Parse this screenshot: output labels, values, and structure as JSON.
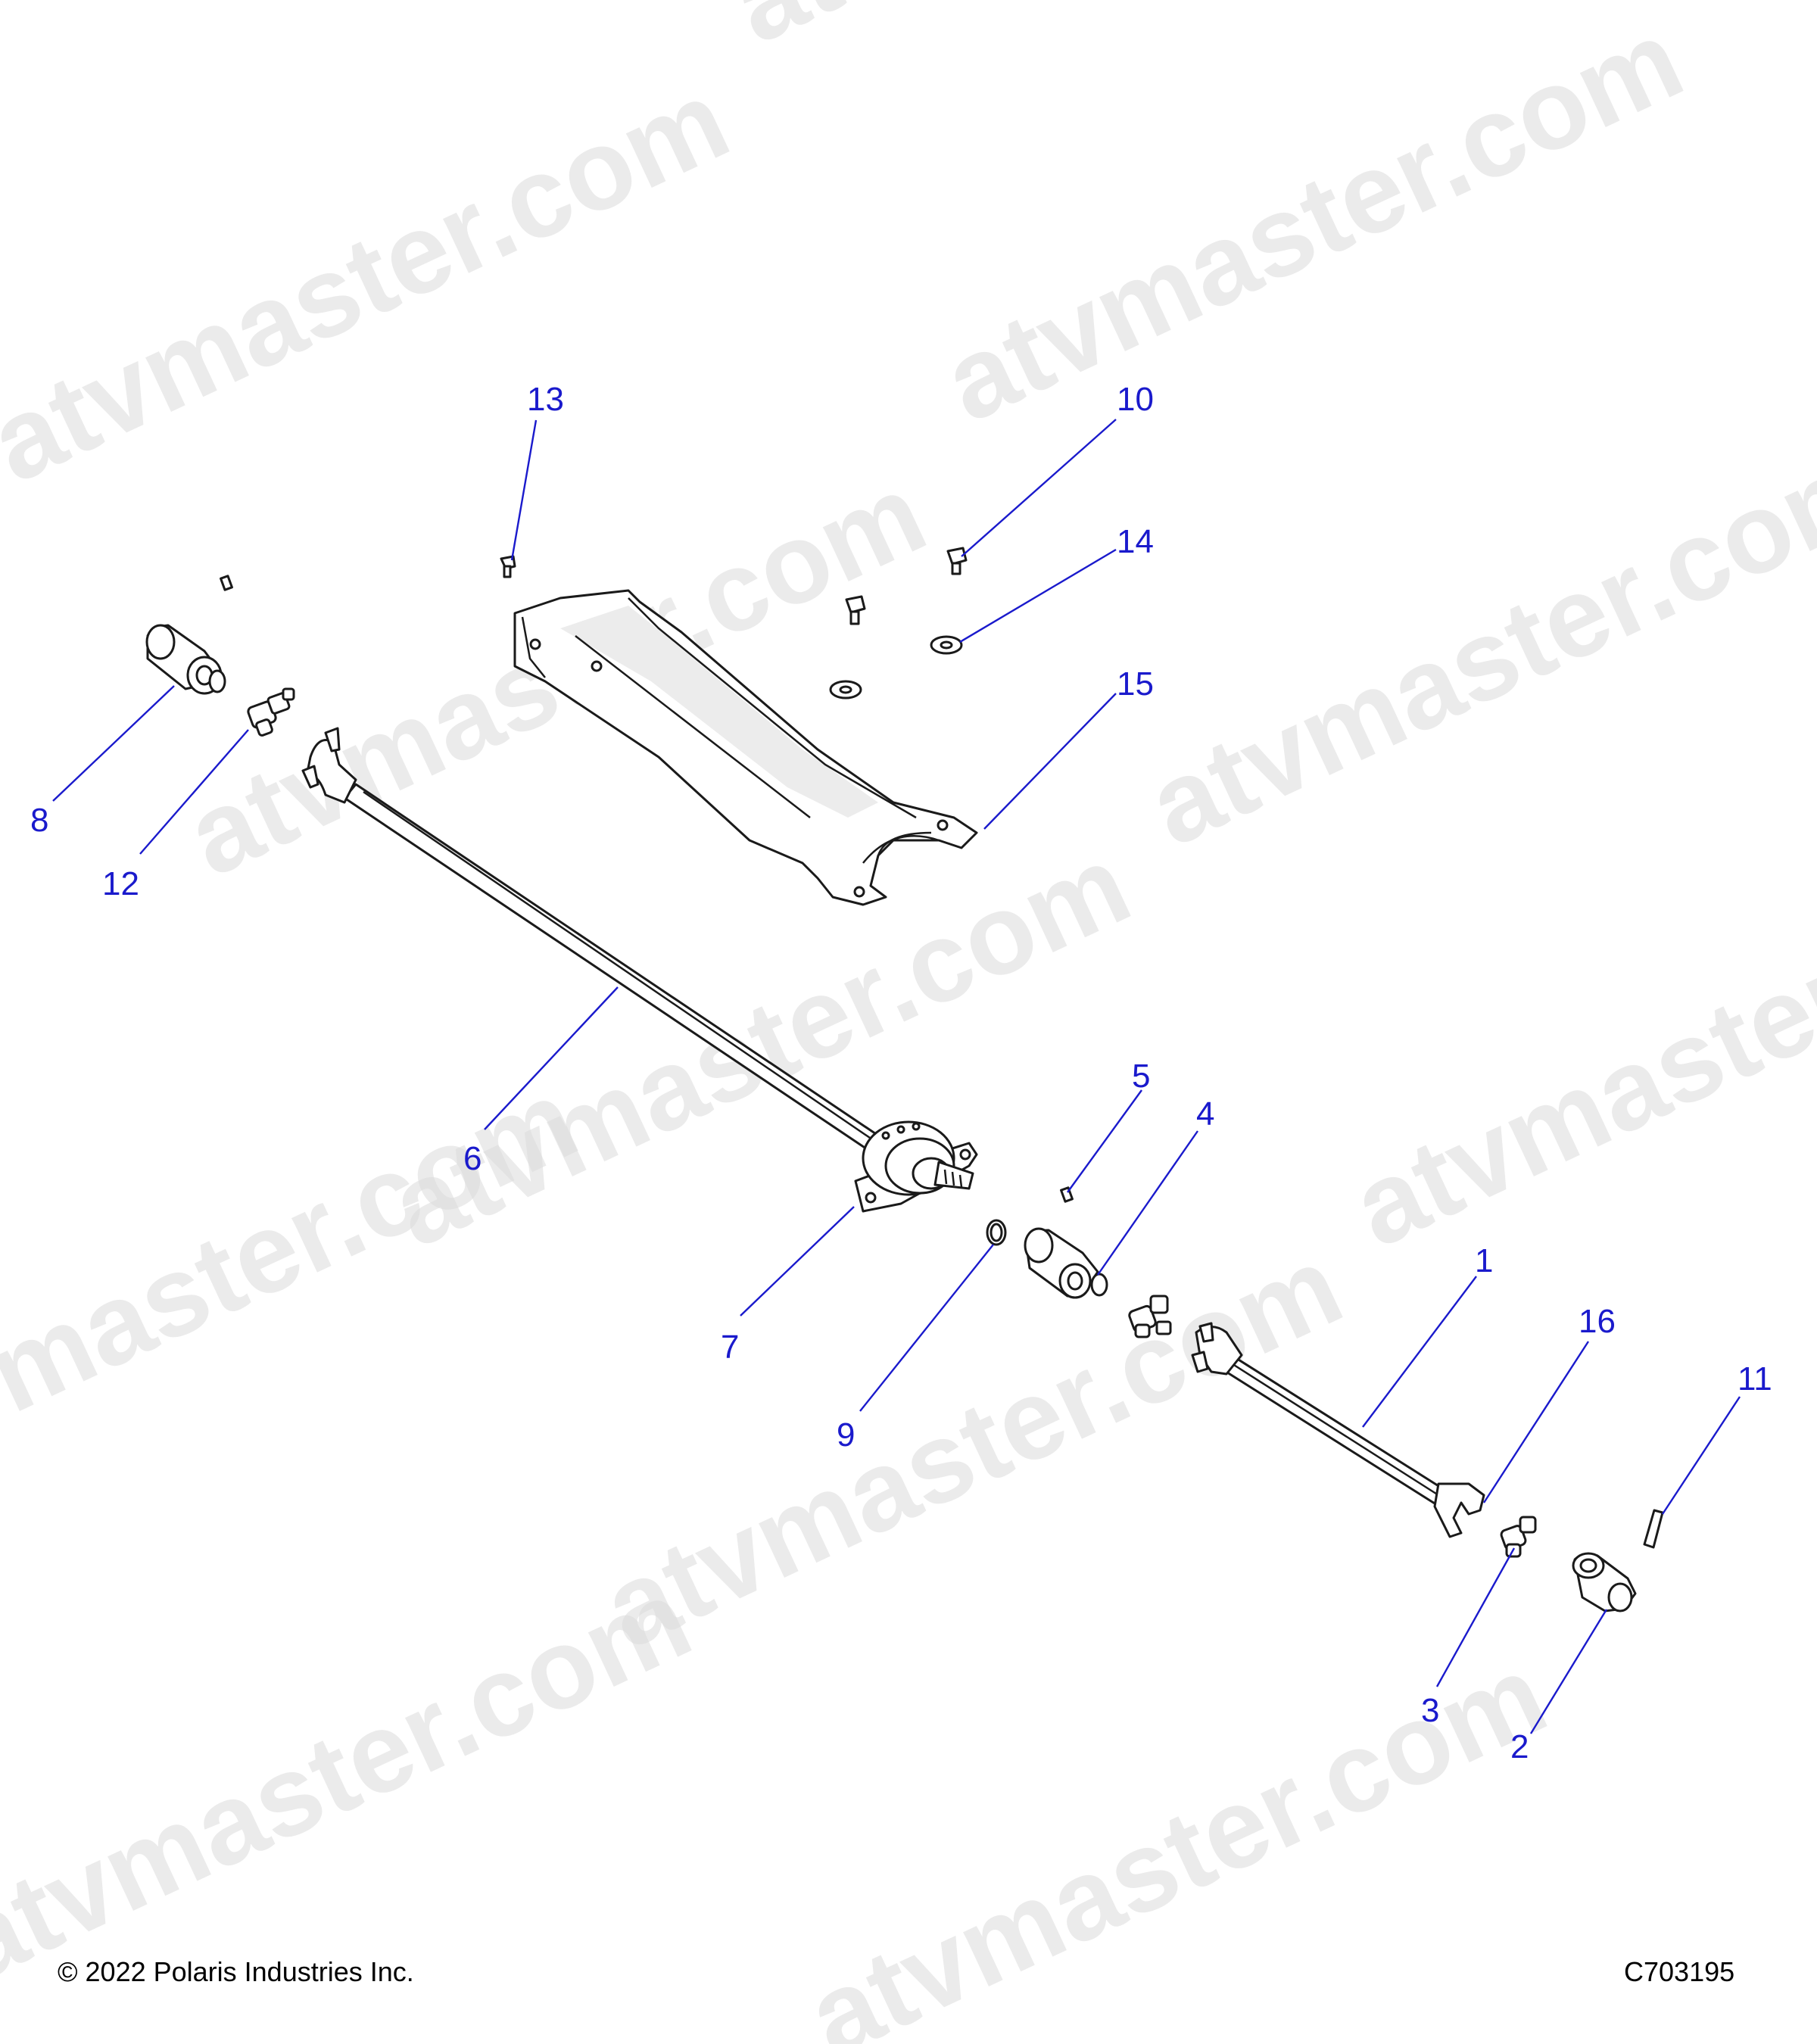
{
  "watermark": "atvmaster.com",
  "colors": {
    "callout": "#1a1acc",
    "outline": "#1a1a1a",
    "watermark": "#dcdcdc"
  },
  "callouts": [
    {
      "id": "1",
      "label": "1"
    },
    {
      "id": "2",
      "label": "2"
    },
    {
      "id": "3",
      "label": "3"
    },
    {
      "id": "4",
      "label": "4"
    },
    {
      "id": "5",
      "label": "5"
    },
    {
      "id": "6",
      "label": "6"
    },
    {
      "id": "7",
      "label": "7"
    },
    {
      "id": "8",
      "label": "8"
    },
    {
      "id": "9",
      "label": "9"
    },
    {
      "id": "10",
      "label": "10"
    },
    {
      "id": "11",
      "label": "11"
    },
    {
      "id": "12",
      "label": "12"
    },
    {
      "id": "13",
      "label": "13"
    },
    {
      "id": "14",
      "label": "14"
    },
    {
      "id": "15",
      "label": "15"
    },
    {
      "id": "16",
      "label": "16"
    }
  ],
  "footer": {
    "copyright": "© 2022 Polaris Industries Inc.",
    "drawing_code": "C703195"
  }
}
